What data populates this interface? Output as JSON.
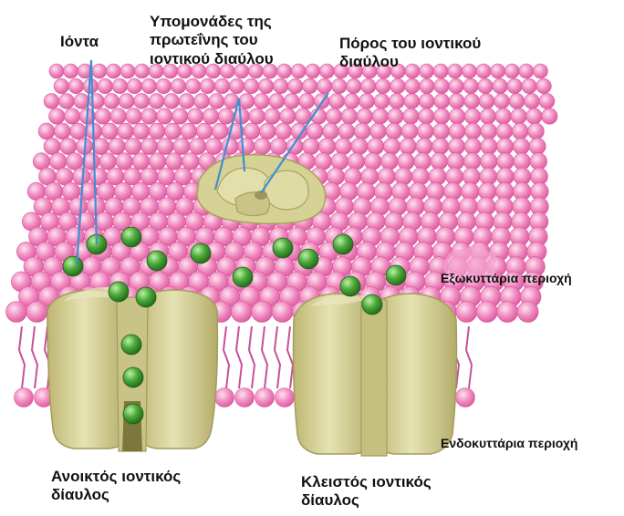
{
  "labels": {
    "ions": "Ιόντα",
    "subunits": [
      "Υπομονάδες της",
      "πρωτεΐνης του",
      "ιοντικού διαύλου"
    ],
    "pore": [
      "Πόρος του ιοντικού",
      "διαύλου"
    ],
    "extracellular": "Εξωκυττάρια περιοχή",
    "intracellular": "Ενδοκυττάρια περιοχή",
    "open_channel": [
      "Ανοικτός ιοντικός",
      "δίαυλος"
    ],
    "closed_channel": [
      "Κλειστός ιοντικός",
      "δίαυλος"
    ]
  },
  "colors": {
    "membrane_head": "#f08ac0",
    "membrane_head_dark": "#d9589c",
    "tail": "#c8509a",
    "protein": "#d6d296",
    "protein_dark": "#b3ac6a",
    "ion": "#4caa3a",
    "pointer_line": "#3f8fd0"
  }
}
